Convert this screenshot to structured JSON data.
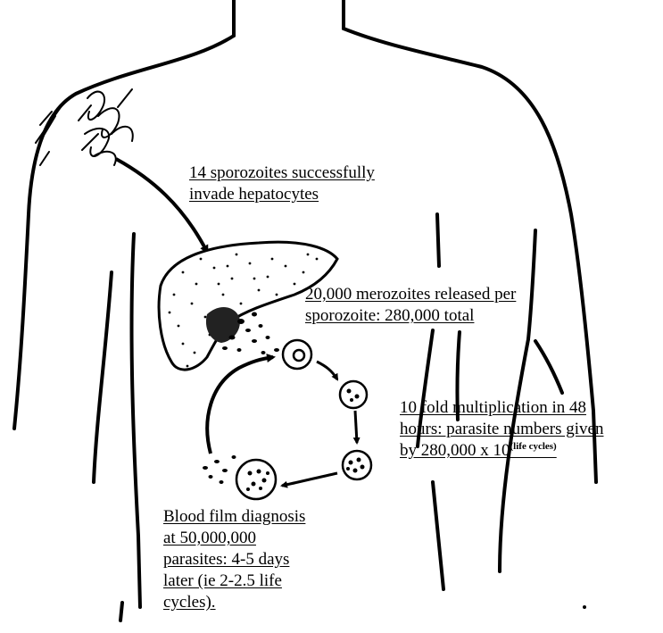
{
  "labels": {
    "sporozoites": {
      "line1": "14 sporozoites successfully",
      "line2": "invade hepatocytes"
    },
    "merozoites": {
      "line1": "20,000 merozoites released per",
      "line2": "sporozoite: 280,000 total"
    },
    "multiplication": {
      "line1": "10 fold multiplication in 48",
      "line2": "hours: parasite numbers given",
      "line3_base": "by 280,000 x 10",
      "line3_exponent": "(life cycles)"
    },
    "diagnosis": {
      "line1": "Blood film diagnosis",
      "line2": "at 50,000,000",
      "line3": "parasites: 4-5 days",
      "line4": "later (ie 2-2.5 life",
      "line5": "cycles)."
    }
  },
  "colors": {
    "ink": "#000000",
    "paper": "#ffffff"
  }
}
